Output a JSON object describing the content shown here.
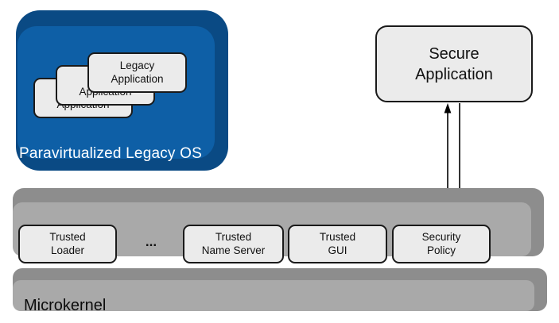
{
  "colors": {
    "legacy_os_face": "#0e5fa6",
    "legacy_os_edge": "#0a4a84",
    "bar_face": "#a9a9a9",
    "bar_edge": "#8d8d8d",
    "node_fill": "#ebebeb",
    "node_border": "#1a1a1a",
    "arrow": "#000000",
    "os_label_text": "#ffffff"
  },
  "legacy_os": {
    "label": "Paravirtualized Legacy OS",
    "apps": [
      {
        "line1": "Legacy",
        "line2": "Application"
      },
      {
        "line1": "Legacy",
        "line2": "Application"
      },
      {
        "line1": "Legacy",
        "line2": "Application"
      }
    ]
  },
  "secure_app": {
    "line1": "Secure",
    "line2": "Application"
  },
  "services": {
    "ellipsis": "...",
    "items": [
      {
        "line1": "Trusted",
        "line2": "Loader"
      },
      {
        "line1": "Trusted",
        "line2": "Name Server"
      },
      {
        "line1": "Trusted",
        "line2": "GUI"
      },
      {
        "line1": "Security",
        "line2": "Policy"
      }
    ]
  },
  "microkernel": {
    "label": "Microkernel"
  }
}
